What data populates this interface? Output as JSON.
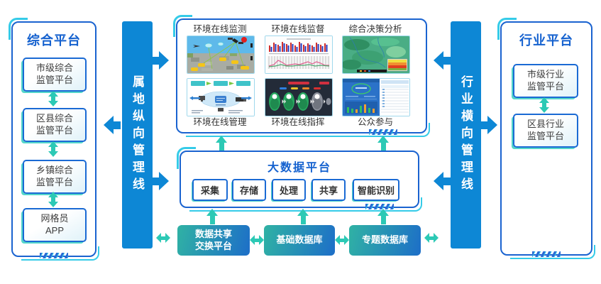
{
  "colors": {
    "primary_blue": "#0d87d5",
    "panel_border_blue": "#1a63d0",
    "title_blue": "#1461cf",
    "teal_accent": "#2cc9b5",
    "cyan_decoration": "#35cbe8",
    "gradient_teal": "#30b2a4",
    "gradient_blue": "#1d6ec8"
  },
  "left_panel": {
    "title": "综合平台",
    "items": [
      "市级综合\n监管平台",
      "区县综合\n监管平台",
      "乡镇综合\n监管平台",
      "网格员\nAPP"
    ]
  },
  "left_bar": {
    "label": "属地纵向管理线"
  },
  "apps_panel": {
    "top_row": [
      {
        "label": "环境在线监测"
      },
      {
        "label": "环境在线监督"
      },
      {
        "label": "综合决策分析"
      }
    ],
    "bottom_row": [
      {
        "label": "环境在线管理"
      },
      {
        "label": "环境在线指挥"
      },
      {
        "label": "公众参与"
      }
    ]
  },
  "bigdata_panel": {
    "title": "大数据平台",
    "modules": [
      "采集",
      "存储",
      "处理",
      "共享",
      "智能识别"
    ]
  },
  "data_layer": {
    "boxes": [
      "数据共享\n交换平台",
      "基础数据库",
      "专题数据库"
    ]
  },
  "right_bar": {
    "label": "行业横向管理线"
  },
  "right_panel": {
    "title": "行业平台",
    "items": [
      "市级行业\n监管平台",
      "区县行业\n监管平台"
    ]
  }
}
